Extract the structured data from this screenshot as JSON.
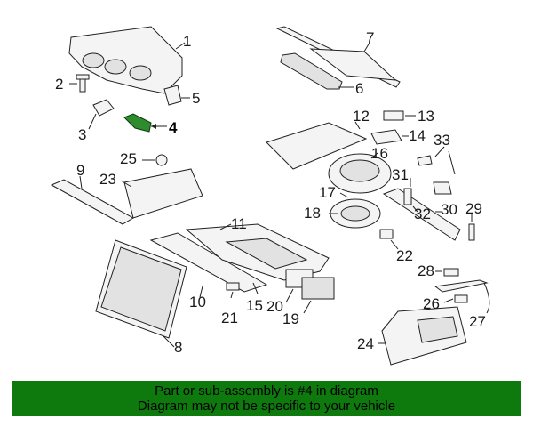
{
  "callouts": {
    "c1": "1",
    "c2": "2",
    "c3": "3",
    "c4": "4",
    "c5": "5",
    "c6": "6",
    "c7": "7",
    "c8": "8",
    "c9": "9",
    "c10": "10",
    "c11": "11",
    "c12": "12",
    "c13": "13",
    "c14": "14",
    "c15": "15",
    "c16": "16",
    "c17": "17",
    "c18": "18",
    "c19": "19",
    "c20": "20",
    "c21": "21",
    "c22": "22",
    "c23": "23",
    "c24": "24",
    "c25": "25",
    "c26": "26",
    "c27": "27",
    "c28": "28",
    "c29": "29",
    "c30": "30",
    "c31": "31",
    "c32": "32",
    "c33": "33"
  },
  "highlight": {
    "part_number": "4",
    "color": "#2e8b2e"
  },
  "banner": {
    "line1": "Part or sub-assembly is #4 in diagram",
    "line2": "Diagram may not be specific to your vehicle",
    "background": "#0e7a0e"
  }
}
